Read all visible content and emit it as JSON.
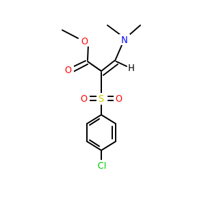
{
  "molecule": {
    "atoms": {
      "o_methoxy": {
        "symbol": "O",
        "color": "#ff0000"
      },
      "o_carbonyl": {
        "symbol": "O",
        "color": "#ff0000"
      },
      "n_amine": {
        "symbol": "N",
        "color": "#0000ff"
      },
      "s_sulfonyl": {
        "symbol": "S",
        "color": "#cccc00"
      },
      "o_sulfonyl_left": {
        "symbol": "O",
        "color": "#ff0000"
      },
      "o_sulfonyl_right": {
        "symbol": "O",
        "color": "#ff0000"
      },
      "cl": {
        "symbol": "Cl",
        "color": "#00cc00"
      },
      "h_vinyl": {
        "symbol": "H",
        "color": "#000000"
      }
    },
    "bond_color": "#000000"
  }
}
